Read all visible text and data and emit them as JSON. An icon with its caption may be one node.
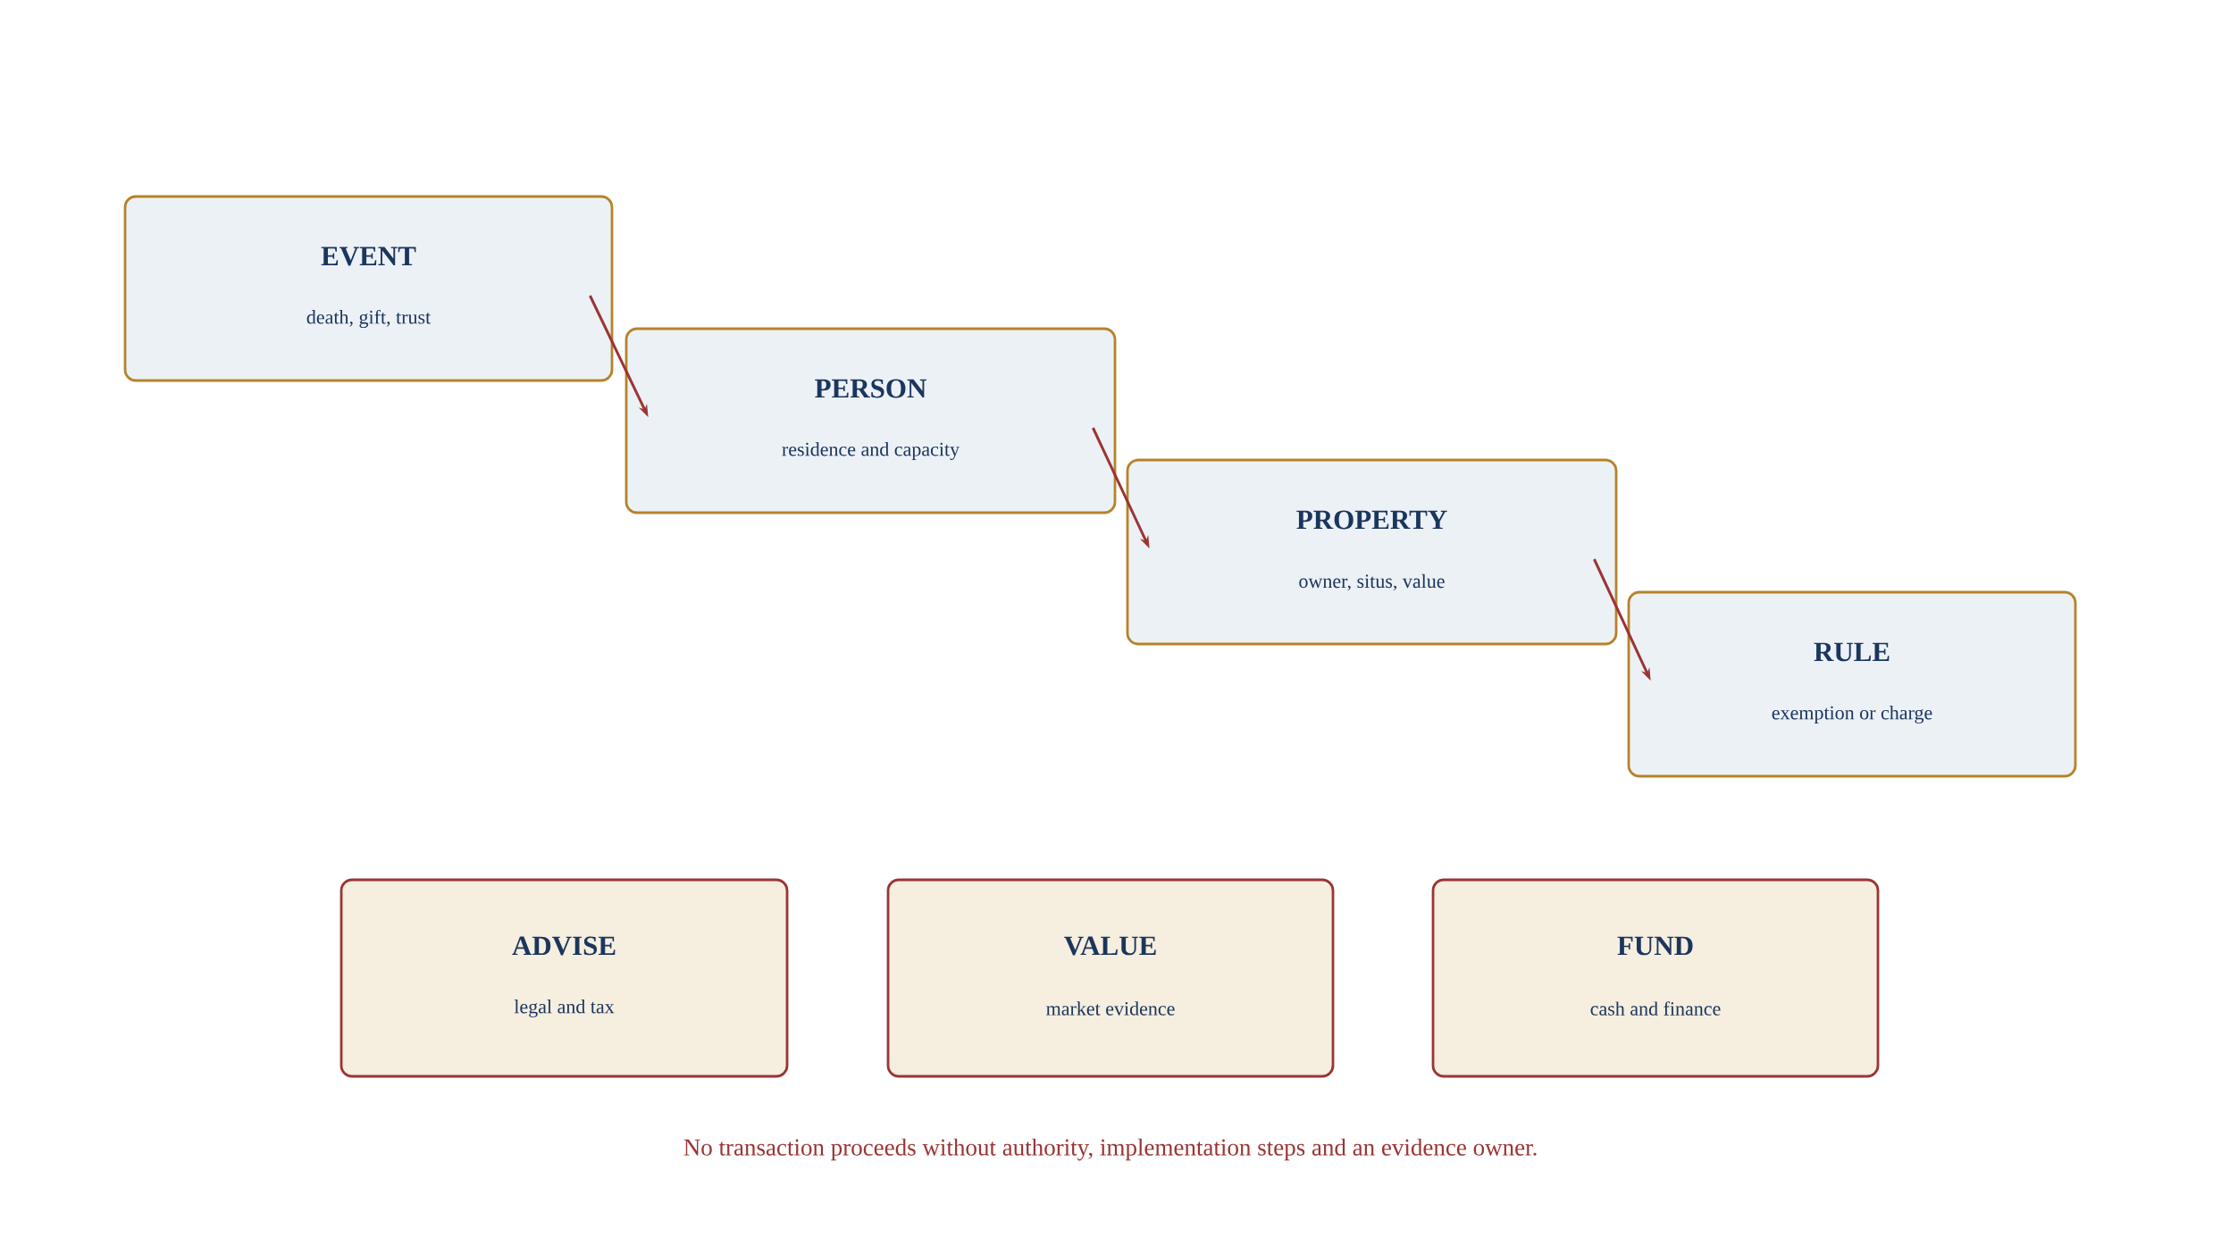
{
  "diagram": {
    "caption": "No transaction proceeds without authority, implementation steps and an evidence owner.",
    "nodes": [
      {
        "text": [
          "EVENT",
          "death, gift, trust"
        ]
      },
      {
        "text": [
          "PERSON",
          "residence and capacity"
        ]
      },
      {
        "text": [
          "PROPERTY",
          "owner, situs, value"
        ]
      },
      {
        "text": [
          "RULE",
          "exemption or charge"
        ]
      },
      {
        "text": [
          "ADVISE",
          "legal and tax"
        ]
      },
      {
        "text": [
          "VALUE",
          "market evidence"
        ]
      },
      {
        "text": [
          "FUND",
          "cash and finance"
        ]
      }
    ],
    "edges": [
      {
        "from": 0,
        "to": 1,
        "arrow": "to"
      },
      {
        "from": 1,
        "to": 2,
        "arrow": "to"
      },
      {
        "from": 2,
        "to": 3,
        "arrow": "to"
      }
    ]
  }
}
